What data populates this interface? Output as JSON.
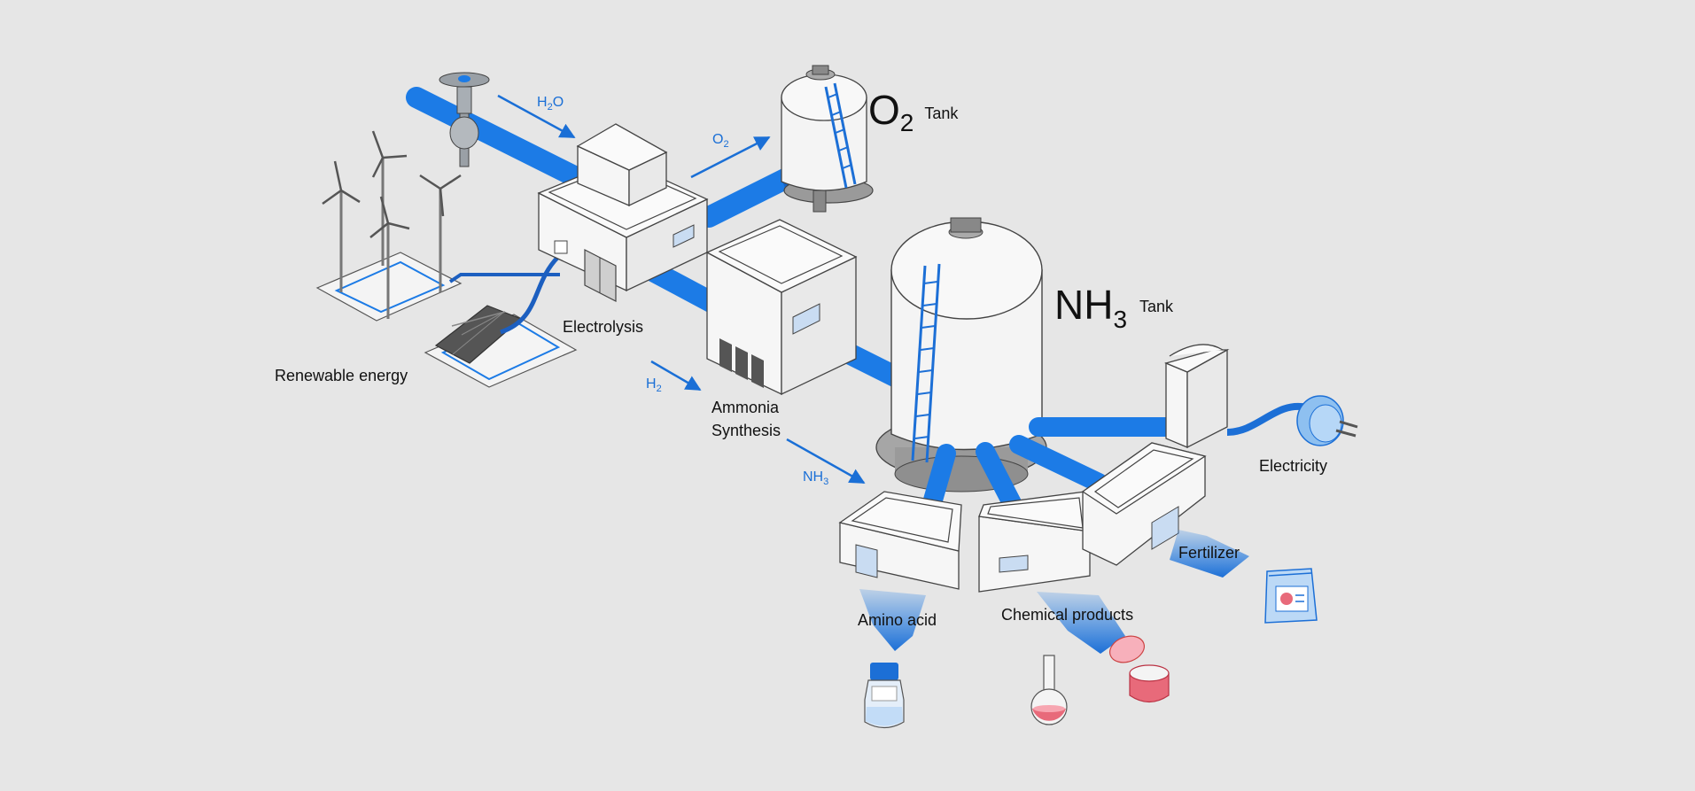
{
  "labels": {
    "renewable": "Renewable energy",
    "electrolysis": "Electrolysis",
    "ammonia_line1": "Ammonia",
    "ammonia_line2": "Synthesis",
    "electricity": "Electricity",
    "fertilizer": "Fertilizer",
    "amino": "Amino acid",
    "chemical": "Chemical products"
  },
  "flows": {
    "h2o": {
      "main": "H",
      "sub": "2",
      "tail": "O"
    },
    "o2": {
      "main": "O",
      "sub": "2"
    },
    "h2": {
      "main": "H",
      "sub": "2"
    },
    "nh3": {
      "main": "NH",
      "sub": "3"
    }
  },
  "tanks": {
    "o2": {
      "main": "O",
      "sub": "2",
      "suffix": "Tank"
    },
    "nh3": {
      "main": "NH",
      "sub": "3",
      "suffix": "Tank"
    }
  },
  "colors": {
    "pipe": "#1c7be6",
    "background": "#e6e6e6",
    "accent_pink": "#e86a7a"
  }
}
